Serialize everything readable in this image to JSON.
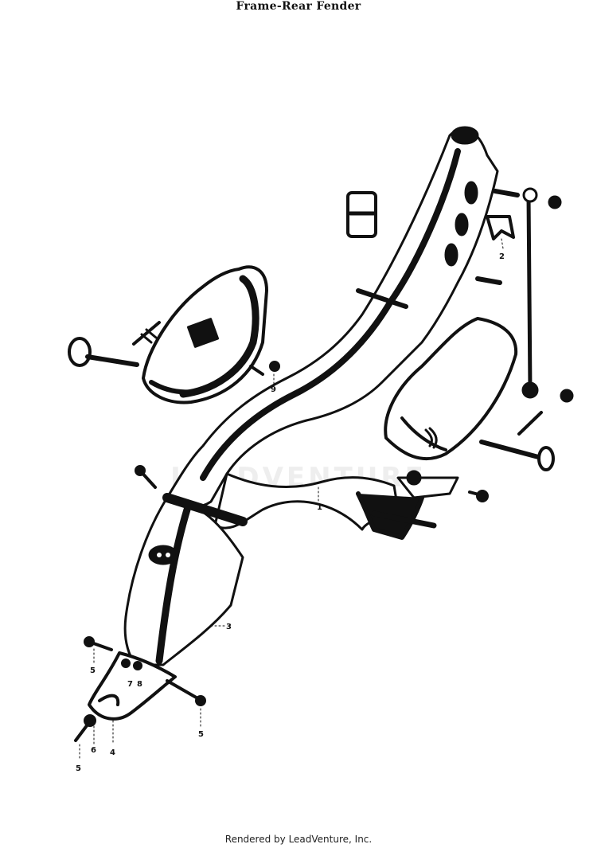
{
  "title": "Frame-Rear Fender",
  "footer": "Rendered by LeadVenture, Inc.",
  "watermark": "LEADVENTURE",
  "callouts": [
    {
      "id": "c1",
      "label": "1"
    },
    {
      "id": "c2",
      "label": "2"
    },
    {
      "id": "c3",
      "label": "3"
    },
    {
      "id": "c4",
      "label": "4"
    },
    {
      "id": "c5a",
      "label": "5"
    },
    {
      "id": "c5b",
      "label": "5"
    },
    {
      "id": "c5c",
      "label": "5"
    },
    {
      "id": "c6",
      "label": "6"
    },
    {
      "id": "c7",
      "label": "7"
    },
    {
      "id": "c8",
      "label": "8"
    },
    {
      "id": "c9",
      "label": "9"
    }
  ],
  "colors": {
    "ink": "#111111",
    "paper": "#ffffff"
  }
}
